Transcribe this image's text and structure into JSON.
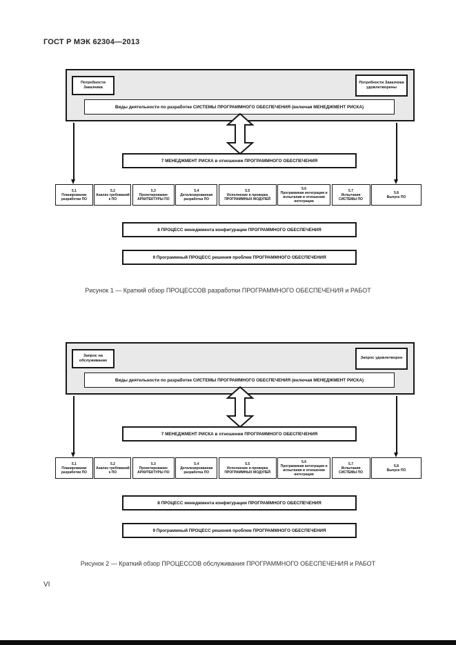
{
  "page": {
    "header": "ГОСТ Р МЭК 62304—2013",
    "page_number": "VI"
  },
  "colors": {
    "page_bg": "#ffffff",
    "container_fill": "#e9e9e9",
    "line_color": "#161616",
    "text_color": "#1a1a1a"
  },
  "figures": [
    {
      "input_box": "Потребности Заказчика",
      "output_box": "Потребности Заказчика удовлетворены",
      "activities_bar": "Виды деятельности по разработке СИСТЕМЫ ПРОГРАММНОГО ОБЕСПЕЧЕНИЯ (включая МЕНЕДЖМЕНТ РИСКА)",
      "risk_bar": "7 МЕНЕДЖМЕНТ РИСКА в отношении ПРОГРАММНОГО ОБЕСПЕЧЕНИЯ",
      "boxes": [
        {
          "num": "5.1",
          "label": "Планирование разработки ПО"
        },
        {
          "num": "5.2",
          "label": "Анализ требований к ПО"
        },
        {
          "num": "5.3",
          "label": "Проектирование АРХИТЕКТУРЫ ПО"
        },
        {
          "num": "5.4",
          "label": "Детализированная разработка ПО"
        },
        {
          "num": "5.5",
          "label": "Исполнение и проверка ПРОГРАММНЫХ МОДУЛЕЙ"
        },
        {
          "num": "5.6",
          "label": "Программная интеграция и испытания в отношении интеграции"
        },
        {
          "num": "5.7",
          "label": "Испытания СИСТЕМЫ ПО"
        },
        {
          "num": "5.8",
          "label": "Выпуск ПО"
        }
      ],
      "config_bar": "8 ПРОЦЕСС менеджмента конфигурации ПРОГРАММНОГО ОБЕСПЕЧЕНИЯ",
      "problem_bar": "9 Программный ПРОЦЕСС решения проблем ПРОГРАММНОГО ОБЕСПЕЧЕНИЯ",
      "caption": "Рисунок 1 — Краткий обзор ПРОЦЕССОВ разработки ПРОГРАММНОГО ОБЕСПЕЧЕНИЯ и РАБОТ"
    },
    {
      "input_box": "Запрос на обслуживание",
      "output_box": "Запрос удовлетворен",
      "activities_bar": "Виды деятельности по разработке СИСТЕМЫ ПРОГРАММНОГО ОБЕСПЕЧЕНИЯ (включая МЕНЕДЖМЕНТ РИСКА)",
      "risk_bar": "7 МЕНЕДЖМЕНТ РИСКА в отношении ПРОГРАММНОГО ОБЕСПЕЧЕНИЯ",
      "boxes": [
        {
          "num": "5.1",
          "label": "Планирование разработки ПО"
        },
        {
          "num": "5.2",
          "label": "Анализ требований к ПО"
        },
        {
          "num": "5.3",
          "label": "Проектирование АРХИТЕКТУРЫ ПО"
        },
        {
          "num": "5.4",
          "label": "Детализированная разработка ПО"
        },
        {
          "num": "5.5",
          "label": "Исполнение и проверка ПРОГРАММНЫХ МОДУЛЕЙ"
        },
        {
          "num": "5.6",
          "label": "Программная интеграция и испытания в отношении интеграции"
        },
        {
          "num": "5.7",
          "label": "Испытания СИСТЕМЫ ПО"
        },
        {
          "num": "5.8",
          "label": "Выпуск ПО"
        }
      ],
      "config_bar": "8 ПРОЦЕСС менеджмента конфигурации ПРОГРАММНОГО ОБЕСПЕЧЕНИЯ",
      "problem_bar": "9 Программный ПРОЦЕСС решения проблем ПРОГРАММНОГО ОБЕСПЕЧЕНИЯ",
      "caption": "Рисунок 2 — Краткий обзор ПРОЦЕССОВ обслуживания ПРОГРАММНОГО ОБЕСПЕЧЕНИЯ и РАБОТ"
    }
  ]
}
